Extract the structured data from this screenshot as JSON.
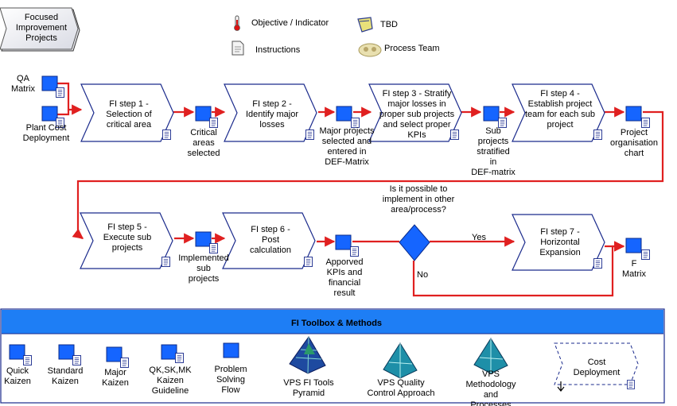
{
  "title_tab": "Focused Improvement Projects",
  "legend": {
    "objective": "Objective / Indicator",
    "tbd": "TBD",
    "instructions": "Instructions",
    "process_team": "Process Team"
  },
  "inputs": {
    "qa_matrix": "QA Matrix",
    "plant_cost": "Plant Cost Deployment"
  },
  "steps": {
    "s1": "FI step 1 - Selection of critical area",
    "s2": "FI step 2 - Identify major losses",
    "s3": "FI step 3 - Stratify major losses in proper sub projects and select proper KPIs",
    "s4": "FI step 4 - Establish project team for each sub project",
    "s5": "FI step 5 - Execute sub projects",
    "s6": "FI step 6 - Post calculation",
    "s7": "FI step 7 - Horizontal Expansion"
  },
  "outputs": {
    "o1": "Critical areas selected",
    "o2": "Major projects selected and entered in DEF-Matrix",
    "o3": "Sub projects stratified in DEF-matrix",
    "o4": "Project organisation chart",
    "o5": "Implemented sub projects",
    "o6": "Apporved KPIs and financial result",
    "o7": "F Matrix"
  },
  "decision": {
    "question": "Is it possible to implement in other area/process?",
    "yes": "Yes",
    "no": "No"
  },
  "toolbox": {
    "title": "FI Toolbox & Methods",
    "items": {
      "quick_kaizen": "Quick Kaizen",
      "standard_kaizen": "Standard Kaizen",
      "major_kaizen": "Major Kaizen",
      "qk_sk_mk": "QK,SK,MK Kaizen Guideline",
      "problem_solving": "Problem Solving Flow",
      "vps_fi_tools": "VPS FI Tools Pyramid",
      "vps_quality": "VPS Quality Control Approach",
      "vps_methodology": "VPS Methodology and Processes",
      "cost_deployment": "Cost Deployment"
    }
  },
  "colors": {
    "object_blue": "#1565ff",
    "flow_red": "#e02020",
    "toolbox_bar": "#1e7ef5",
    "step_border": "#1a2a8c"
  }
}
